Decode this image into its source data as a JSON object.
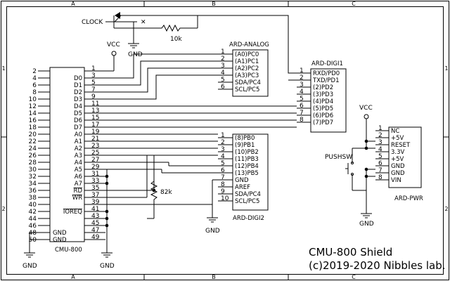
{
  "sheet": {
    "col_labels": [
      "A",
      "B",
      "C"
    ],
    "row_labels": [
      "1",
      "2"
    ],
    "title": "CMU-800 Shield",
    "copyright": "(c)2019-2020 Nibbles lab."
  },
  "labels": {
    "clock": "CLOCK",
    "vcc": "VCC",
    "gnd": "GND",
    "res_10k": "10k",
    "res_82k": "82k",
    "pushsw": "PUSHSW"
  },
  "cmu": {
    "name": "CMU-800",
    "left_pins": [
      "2",
      "4",
      "6",
      "8",
      "10",
      "12",
      "14",
      "16",
      "18",
      "20",
      "22",
      "24",
      "26",
      "28",
      "30",
      "32",
      "34",
      "36",
      "38",
      "40",
      "42",
      "44",
      "46",
      "48",
      "50"
    ],
    "inner_right_pins": [
      "1",
      "3",
      "5",
      "7",
      "9",
      "11",
      "13",
      "15",
      "17",
      "19",
      "21",
      "23",
      "25",
      "27",
      "29",
      "31",
      "33",
      "35",
      "37",
      "39",
      "41",
      "43",
      "45",
      "47",
      "49"
    ],
    "signals": [
      "D0",
      "D1",
      "D2",
      "D3",
      "D4",
      "D5",
      "D6",
      "D7",
      "A0",
      "A1",
      "A2",
      "A3",
      "A4",
      "A5",
      "A6",
      "A7",
      "RD",
      "WR"
    ],
    "ioreq": "IOREQ",
    "gnd_labels": [
      "GND",
      "GND"
    ]
  },
  "analog": {
    "name": "ARD-ANALOG",
    "pins": [
      "1",
      "2",
      "3",
      "4",
      "5",
      "6"
    ],
    "labels": [
      "(A0)PC0",
      "(A1)PC1",
      "(A2)PC2",
      "(A3)PC3",
      "SDA/PC4",
      "SCL/PC5"
    ]
  },
  "digi1": {
    "name": "ARD-DIGI1",
    "pins": [
      "1",
      "2",
      "3",
      "4",
      "5",
      "6",
      "7",
      "8"
    ],
    "labels": [
      "RXD/PD0",
      "TXD/PD1",
      "(2)PD2",
      "(3)PD3",
      "(4)PD4",
      "(5)PD5",
      "(6)PD6",
      "(7)PD7"
    ]
  },
  "digi2": {
    "name": "ARD-DIGI2",
    "pins": [
      "1",
      "2",
      "3",
      "4",
      "5",
      "6",
      "7",
      "8",
      "9",
      "10"
    ],
    "labels": [
      "(8)PB0",
      "(9)PB1",
      "(10)PB2",
      "(11)PB3",
      "(12)PB4",
      "(13)PB5",
      "GND",
      "AREF",
      "SDA/PC4",
      "SCL/PC5"
    ]
  },
  "pwr": {
    "name": "ARD-PWR",
    "pins": [
      "1",
      "2",
      "3",
      "4",
      "5",
      "6",
      "7",
      "8"
    ],
    "labels": [
      "NC",
      "+5V",
      "RESET",
      "3.3V",
      "+5V",
      "GND",
      "GND",
      "VIN"
    ]
  }
}
